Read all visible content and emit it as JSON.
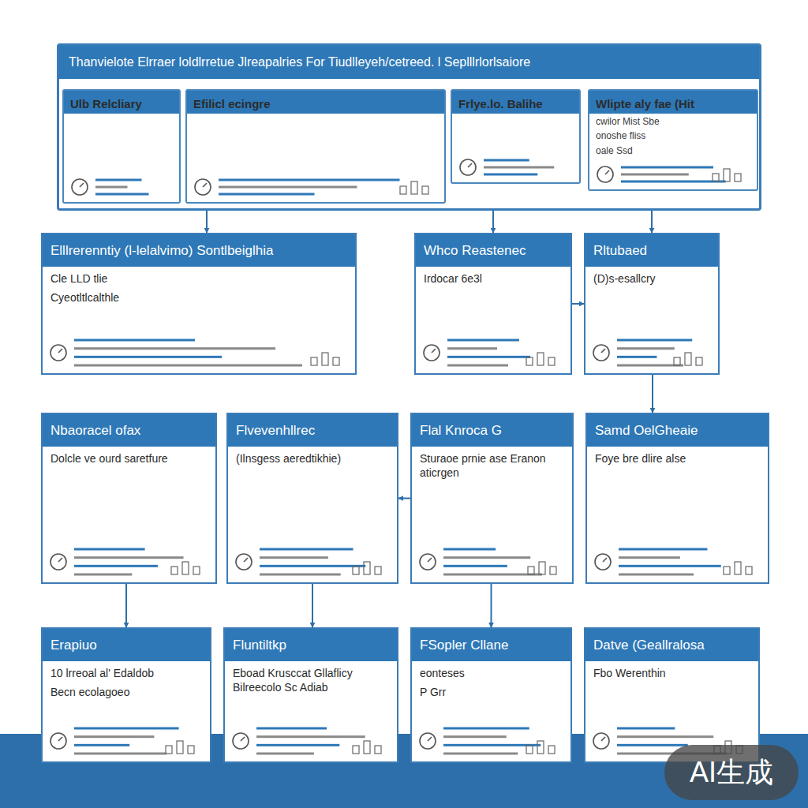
{
  "diagram": {
    "nodes": [
      {
        "text": [
          "Thanvielote Elrraer loldlrretue Jlreapalries For Tiudlleyeh/cetreed. l Seplllrlorlsaiore"
        ]
      },
      {
        "text": [
          "Ulb Relcliary"
        ],
        "in": 0
      },
      {
        "text": [
          "Efilicl ecingre"
        ],
        "in": 0
      },
      {
        "text": [
          "Frlye.lo. Balihe"
        ],
        "in": 0
      },
      {
        "text": [
          "Wlipte aly fae (Hit",
          "cwilor Mist Sbe",
          "onoshe fliss",
          "oale Ssd"
        ],
        "in": 0
      },
      {
        "text": [
          "Elllrerenntiy (l-lelalvimo) Sontlbeiglhia",
          "Cle LLD tlie",
          "Cyeotltlcalthle"
        ]
      },
      {
        "text": [
          "Whco Reastenec",
          "Irdocar 6e3l"
        ]
      },
      {
        "text": [
          "Rltubaed",
          "(D)s-esallcry"
        ]
      },
      {
        "text": [
          "Nbaoracel ofax",
          "Dolcle ve ourd saretfure"
        ]
      },
      {
        "text": [
          "Flvevenhllrec",
          "(Ilnsgess aeredtikhie)"
        ]
      },
      {
        "text": [
          "Flal Knroca G",
          "Sturaoe prnie ase Eranon aticrgen"
        ]
      },
      {
        "text": [
          "Samd OelGheaie",
          "Foye bre dlire alse"
        ]
      },
      {
        "text": [
          "Erapiuo",
          "10 lrreoal al' Edaldob",
          "Becn ecolagoeo"
        ]
      },
      {
        "text": [
          "Fluntiltkp",
          "Eboad Krusccat Gllaflicy Bilreecolo Sc Adiab"
        ]
      },
      {
        "text": [
          "FSopler Cllane",
          "eonteses",
          "P Grr"
        ]
      },
      {
        "text": [
          "Datve (Geallralosa",
          "Fbo Werenthin"
        ]
      }
    ],
    "edges": [
      {
        "from": 0,
        "to": 5,
        "arrow": "to"
      },
      {
        "from": 0,
        "to": 6,
        "arrow": "to"
      },
      {
        "from": 0,
        "to": 7,
        "arrow": "to"
      },
      {
        "from": 6,
        "to": 7,
        "arrow": "to"
      },
      {
        "from": 7,
        "to": 11,
        "arrow": "to"
      },
      {
        "from": 10,
        "to": 9,
        "arrow": "to"
      },
      {
        "from": 8,
        "to": 12,
        "arrow": "to"
      },
      {
        "from": 9,
        "to": 13,
        "arrow": "to"
      },
      {
        "from": 10,
        "to": 14,
        "arrow": "to"
      }
    ],
    "labels": [
      "AI生成"
    ]
  }
}
